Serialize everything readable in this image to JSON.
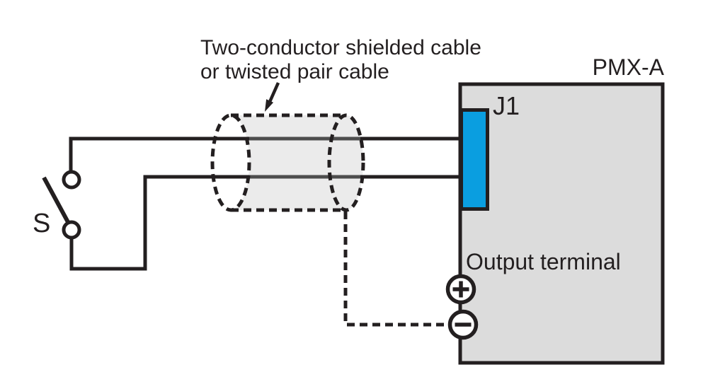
{
  "cable_note": {
    "line1": "Two-conductor shielded cable",
    "line2": "or twisted pair cable"
  },
  "device": {
    "name": "PMX-A",
    "connector_label": "J1",
    "output_terminal_label": "Output terminal"
  },
  "switch": {
    "label": "S"
  },
  "terminals": {
    "plus_symbol": "+",
    "minus_symbol": "−"
  },
  "icons": {
    "cable_pointer": "arrow-down-left-icon",
    "shield": "dashed-cylinder-shield",
    "plus_terminal": "plus-in-circle",
    "minus_terminal": "minus-in-circle",
    "switch_contact": "open-switch-contacts"
  },
  "colors": {
    "ink": "#231F20",
    "device_fill": "#DCDCDC",
    "shield_fill": "#EBEBEB",
    "shield_cap_fill": "#FFFFFF",
    "connector_fill": "#0A9EE0",
    "inner_wire": "#4D4D4D",
    "background": "#FFFFFF",
    "terminal_fill": "#FFFFFF"
  }
}
